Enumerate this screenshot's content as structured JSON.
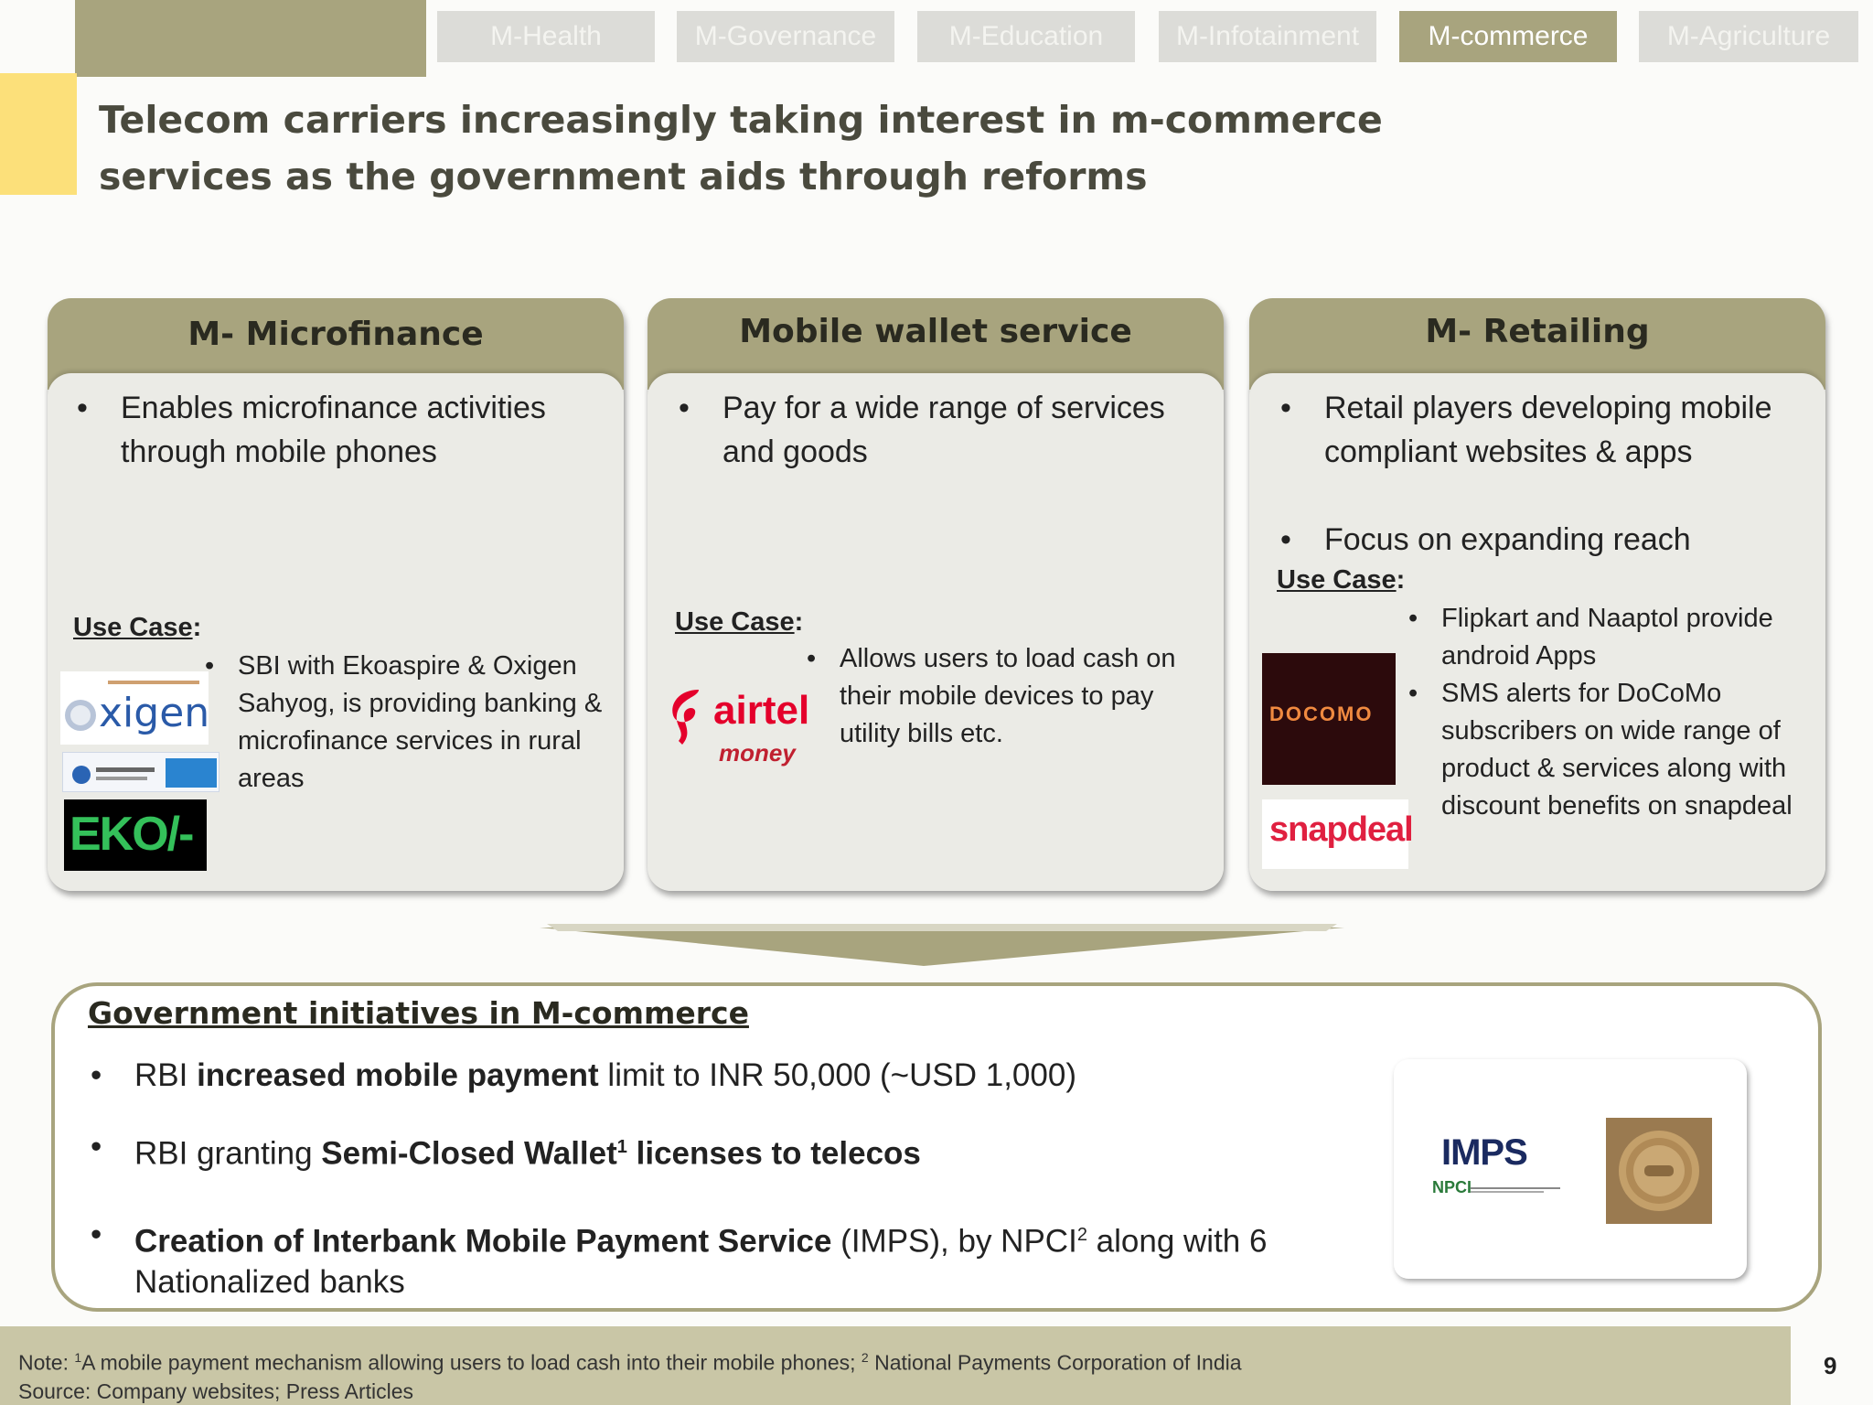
{
  "nav": {
    "tabs": [
      {
        "label": "M-Health"
      },
      {
        "label": "M-Governance"
      },
      {
        "label": "M-Education"
      },
      {
        "label": "M-Infotainment"
      },
      {
        "label": "M-commerce"
      },
      {
        "label": "M-Agriculture"
      }
    ],
    "active_tab": "M-commerce"
  },
  "title": "Telecom carriers increasingly taking interest in m-commerce services as the government aids through reforms",
  "cards": [
    {
      "heading": "M- Microfinance",
      "bullets": [
        "Enables microfinance activities through mobile phones"
      ],
      "use_case_label": "Use Case",
      "use_cases": [
        "SBI with Ekoaspire & Oxigen Sahyog, is providing banking & microfinance services in rural areas"
      ],
      "logos": {
        "oxigen": "xigen",
        "eko": "EKO/-"
      }
    },
    {
      "heading": "Mobile wallet service",
      "bullets": [
        "Pay for a wide range of services and goods"
      ],
      "use_case_label": "Use Case",
      "use_cases": [
        "Allows users to load cash on their mobile devices to pay utility bills  etc."
      ],
      "logos": {
        "airtel": "airtel",
        "airtel_sub": "money"
      }
    },
    {
      "heading": "M- Retailing",
      "bullets": [
        "Retail players developing mobile compliant websites & apps",
        "Focus on expanding reach"
      ],
      "use_case_label": "Use Case",
      "use_cases": [
        "Flipkart and Naaptol provide android Apps",
        "SMS alerts for DoCoMo subscribers on wide range of product & services  along with discount benefits on snapdeal"
      ],
      "logos": {
        "docomo": "DOCOMO",
        "snapdeal": "snapdeal"
      }
    }
  ],
  "government": {
    "heading": "Government initiatives in M-commerce",
    "b1_pre": "RBI ",
    "b1_bold": "increased mobile payment",
    "b1_post": " limit to INR 50,000 (~USD 1,000)",
    "b2_pre": "RBI granting ",
    "b2_bold": "Semi-Closed Wallet",
    "b2_sup": "1",
    "b2_bold2": " licenses to telecos",
    "b3_bold": "Creation of Interbank Mobile Payment Service",
    "b3_post": " (IMPS), by NPCI",
    "b3_sup": "2",
    "b3_post2": " along with 6",
    "b3_line2": "Nationalized banks",
    "logos": {
      "imps": "IMPS",
      "npci": "NPCI"
    }
  },
  "footer": {
    "note_prefix": "Note: ",
    "note_sup1": "1",
    "note_text1": "A mobile payment mechanism allowing users to load cash into their mobile phones; ",
    "note_sup2": "2",
    "note_text2": " National Payments Corporation of India",
    "source": "Source: Company websites; Press Articles",
    "page": "9"
  },
  "colors": {
    "accent": "#a8a47e",
    "yellow": "#fce07a",
    "card_bg": "#ebebe6",
    "inactive_tab": "#dcdcd8"
  }
}
